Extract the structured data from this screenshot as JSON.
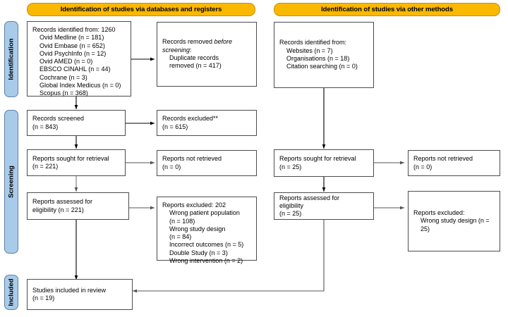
{
  "diagram": {
    "title": "PRISMA 2020 flow diagram",
    "colors": {
      "header_bar": "#FBB800",
      "phase_bar": "#A8CBEA",
      "box_border": "#4C4C4C",
      "arrow": "#000000",
      "background": "#FFFFFF"
    }
  },
  "headers": {
    "databases": "Identification of studies via databases and registers",
    "other": "Identification of studies via other methods"
  },
  "phases": {
    "identification": "Identification",
    "screening": "Screening",
    "included": "Included"
  },
  "boxes": {
    "records_identified": "Records identified from: 1260\n    Ovid Medline (n = 181)\n    Ovid Embase (n = 652)\n    Ovid PsychInfo (n = 12)\n    Ovid AMED (n = 0)\n    EBSCO CINAHL (n = 44)\n    Cochrane (n = 3)\n    Global Index Medicus (n = 0)\n    Scopus (n = 368)",
    "records_removed_line1": "Records removed ",
    "records_removed_italic1": "before",
    "records_removed_italic2": "screening",
    "records_removed_rest": ":\n    Duplicate records\n    removed (n = 417)",
    "records_screened": "Records screened\n(n = 843)",
    "records_excluded": "Records excluded**\n(n = 615)",
    "reports_sought": "Reports sought for retrieval\n(n = 221)",
    "reports_not_retrieved": "Reports not retrieved\n(n = 0)",
    "reports_assessed": "Reports assessed for\neligibility (n = 221)",
    "reports_excluded": "Reports excluded: 202\n    Wrong patient population\n    (n = 108)\n    Wrong study design\n    (n = 84)\n    Incorrect outcomes (n = 5)\n    Double Study (n = 3)\n    Wrong intervention (n = 2)",
    "studies_included": "Studies included in review\n(n = 19)",
    "other_identified": "Records identified from:\n    Websites (n = 7)\n    Organisations (n = 18)\n    Citation searching (n = 0)",
    "other_reports_sought": "Reports sought for retrieval\n(n = 25)",
    "other_reports_not_retrieved": "Reports not retrieved\n(n = 0)",
    "other_reports_assessed": "Reports assessed for\neligibility\n(n = 25)",
    "other_reports_excluded": "Reports excluded:\n    Wrong study design (n =\n    25)"
  },
  "counts": {
    "total_identified": 1260,
    "ovid_medline": 181,
    "ovid_embase": 652,
    "ovid_psychinfo": 12,
    "ovid_amed": 0,
    "ebsco_cinahl": 44,
    "cochrane": 3,
    "global_index_medicus": 0,
    "scopus": 368,
    "duplicates_removed": 417,
    "records_screened": 843,
    "records_excluded": 615,
    "reports_sought": 221,
    "reports_not_retrieved": 0,
    "reports_assessed": 221,
    "reports_excluded_total": 202,
    "wrong_patient_population": 108,
    "wrong_study_design": 84,
    "incorrect_outcomes": 5,
    "double_study": 3,
    "wrong_intervention": 2,
    "studies_included": 19,
    "other_websites": 7,
    "other_organisations": 18,
    "other_citation_searching": 0,
    "other_reports_sought": 25,
    "other_reports_not_retrieved": 0,
    "other_reports_assessed": 25,
    "other_wrong_study_design": 25
  }
}
